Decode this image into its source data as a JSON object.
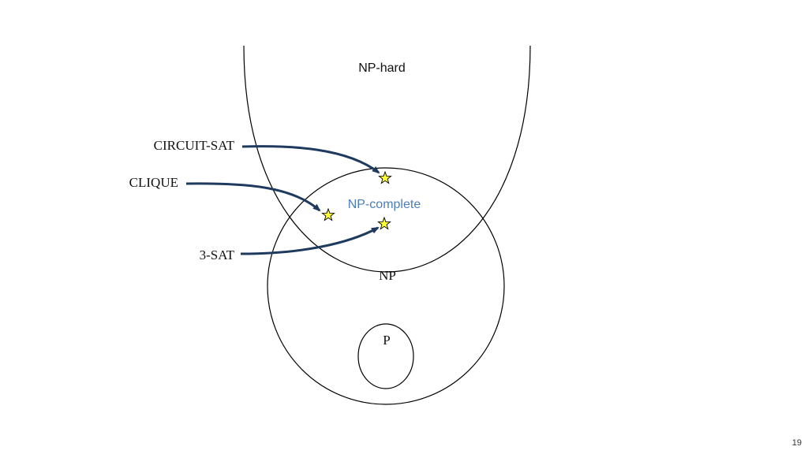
{
  "sets": {
    "np_hard": "NP-hard",
    "np_complete": "NP-complete",
    "np": "NP",
    "p": "P"
  },
  "problems": {
    "circuit_sat": "CIRCUIT-SAT",
    "clique": "CLIQUE",
    "three_sat": "3-SAT"
  },
  "page_number": "19",
  "colors": {
    "arrow": "#1f3a5f",
    "star_fill": "#ffff33",
    "np_complete_text": "#4a7ebb",
    "outline": "#000000"
  },
  "icons": {
    "problem_marker": "star-icon"
  }
}
